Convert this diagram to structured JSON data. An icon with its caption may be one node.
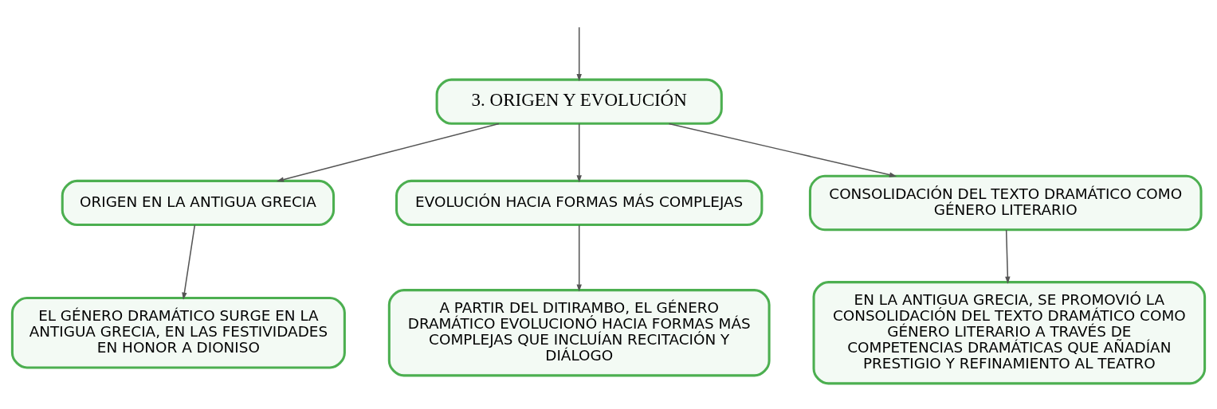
{
  "diagram": {
    "nodes": [
      {
        "text": [
          "3. ORIGEN Y EVOLUCIÓN"
        ]
      },
      {
        "text": [
          "ORIGEN EN LA ANTIGUA GRECIA"
        ]
      },
      {
        "text": [
          "EVOLUCIÓN HACIA FORMAS MÁS COMPLEJAS"
        ]
      },
      {
        "text": [
          "CONSOLIDACIÓN DEL TEXTO DRAMÁTICO COMO GÉNERO LITERARIO"
        ]
      },
      {
        "text": [
          "EL GÉNERO DRAMÁTICO SURGE EN LA ANTIGUA GRECIA, EN LAS FESTIVIDADES EN HONOR A DIONISO"
        ]
      },
      {
        "text": [
          "A PARTIR DEL DITIRAMBO, EL GÉNERO DRAMÁTICO EVOLUCIONÓ HACIA FORMAS MÁS COMPLEJAS QUE INCLUÍAN RECITACIÓN Y DIÁLOGO"
        ]
      },
      {
        "text": [
          "EN LA ANTIGUA GRECIA, SE PROMOVIÓ LA CONSOLIDACIÓN DEL TEXTO DRAMÁTICO COMO GÉNERO LITERARIO A TRAVÉS DE COMPETENCIAS DRAMÁTICAS QUE AÑADÍAN PRESTIGIO Y REFINAMIENTO AL TEATRO"
        ]
      }
    ],
    "edges": [
      {
        "from": null,
        "to": 0,
        "arrow": "to"
      },
      {
        "from": 0,
        "to": 1,
        "arrow": "to"
      },
      {
        "from": 0,
        "to": 2,
        "arrow": "to"
      },
      {
        "from": 0,
        "to": 3,
        "arrow": "to"
      },
      {
        "from": 1,
        "to": 4,
        "arrow": "to"
      },
      {
        "from": 2,
        "to": 5,
        "arrow": "to"
      },
      {
        "from": 3,
        "to": 6,
        "arrow": "to"
      }
    ]
  }
}
